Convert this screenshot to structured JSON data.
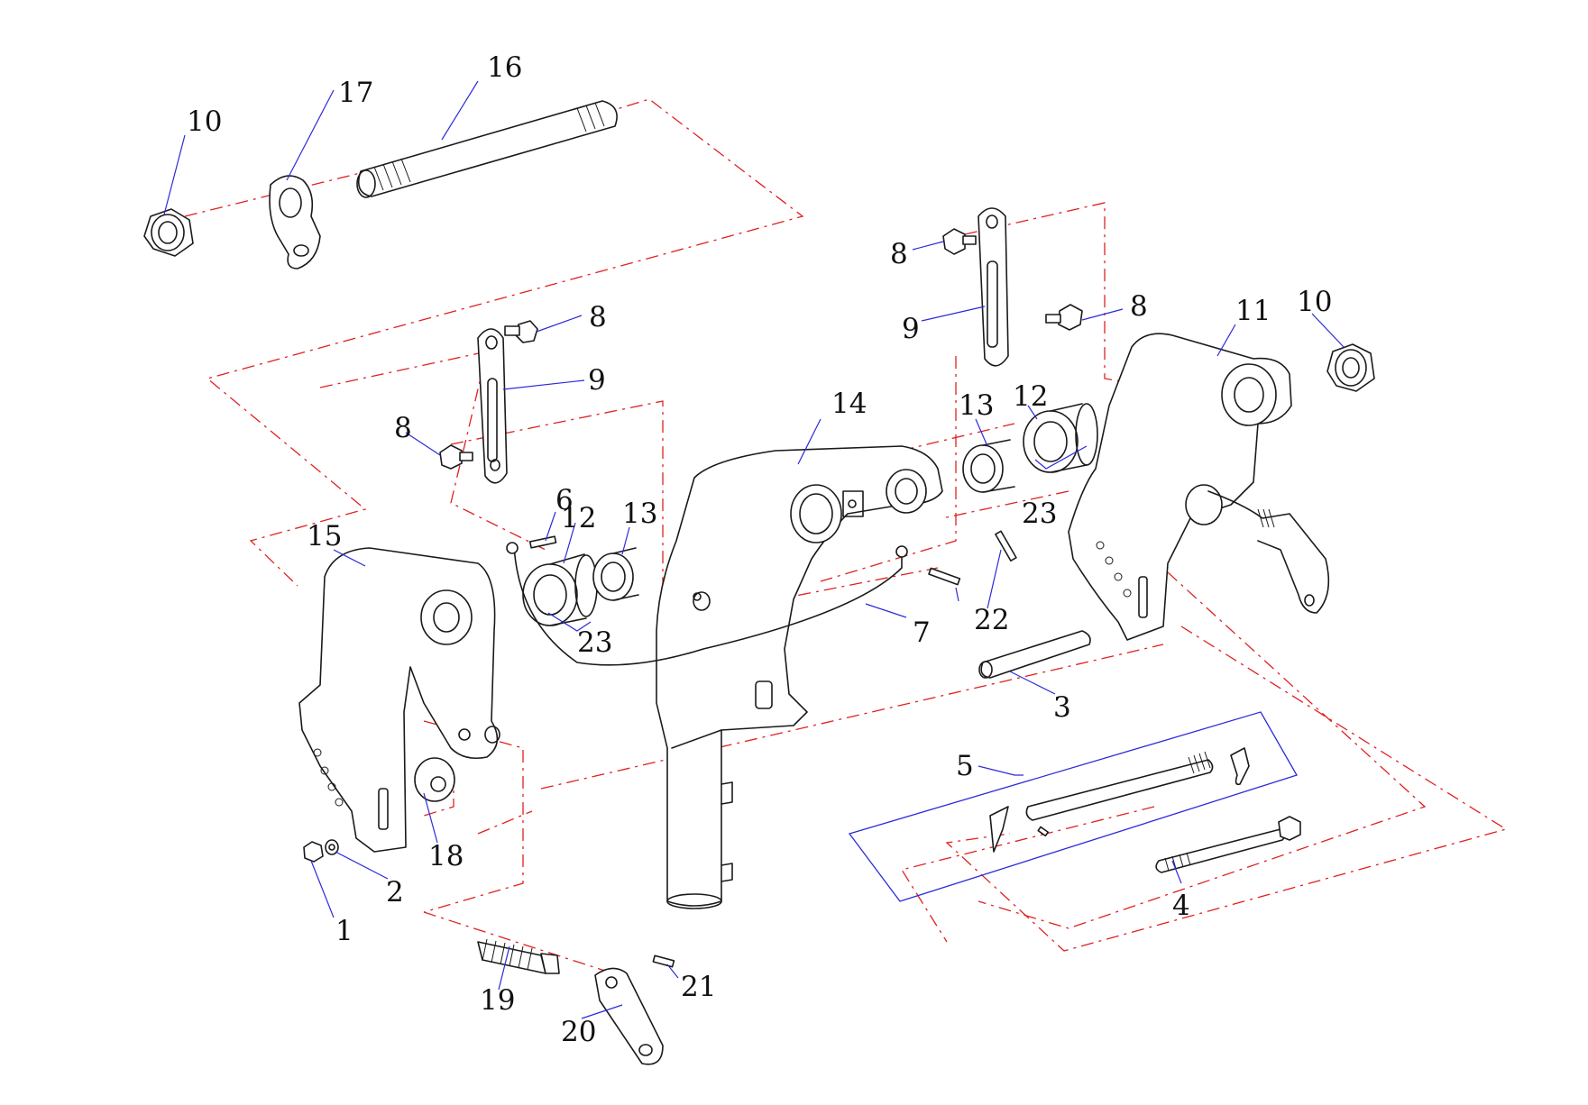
{
  "diagram": {
    "callouts": [
      {
        "id": "c1",
        "label": "1"
      },
      {
        "id": "c2",
        "label": "2"
      },
      {
        "id": "c3",
        "label": "3"
      },
      {
        "id": "c4",
        "label": "4"
      },
      {
        "id": "c5",
        "label": "5"
      },
      {
        "id": "c6",
        "label": "6"
      },
      {
        "id": "c7",
        "label": "7"
      },
      {
        "id": "c8a",
        "label": "8"
      },
      {
        "id": "c8b",
        "label": "8"
      },
      {
        "id": "c8c",
        "label": "8"
      },
      {
        "id": "c8d",
        "label": "8"
      },
      {
        "id": "c9a",
        "label": "9"
      },
      {
        "id": "c9b",
        "label": "9"
      },
      {
        "id": "c10a",
        "label": "10"
      },
      {
        "id": "c10b",
        "label": "10"
      },
      {
        "id": "c11",
        "label": "11"
      },
      {
        "id": "c12a",
        "label": "12"
      },
      {
        "id": "c12b",
        "label": "12"
      },
      {
        "id": "c13a",
        "label": "13"
      },
      {
        "id": "c13b",
        "label": "13"
      },
      {
        "id": "c14",
        "label": "14"
      },
      {
        "id": "c15",
        "label": "15"
      },
      {
        "id": "c16",
        "label": "16"
      },
      {
        "id": "c17",
        "label": "17"
      },
      {
        "id": "c18",
        "label": "18"
      },
      {
        "id": "c19",
        "label": "19"
      },
      {
        "id": "c20",
        "label": "20"
      },
      {
        "id": "c21",
        "label": "21"
      },
      {
        "id": "c22",
        "label": "22"
      },
      {
        "id": "c23a",
        "label": "23"
      },
      {
        "id": "c23b",
        "label": "23"
      }
    ],
    "colors": {
      "part_outline": "#1a1a1a",
      "assembly_lines": "#e02020",
      "leader_lines": "#2b2bd9",
      "background": "#ffffff"
    }
  }
}
